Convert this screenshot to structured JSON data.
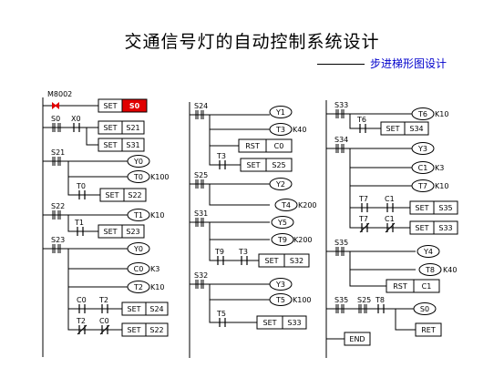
{
  "header": {
    "title": "交通信号灯的自动控制系统设计",
    "subtitle": "步进梯形图设计"
  },
  "colors": {
    "line": "#000000",
    "text": "#000000",
    "subtitle": "#0000cc",
    "highlight": "#e00000",
    "highlight_text": "#ffffff"
  },
  "ladder": {
    "col1": {
      "m8002": "M8002",
      "set": "SET",
      "s0": "S0",
      "c_s0": "S0",
      "c_x0": "X0",
      "set_s21": "SET",
      "s21": "S21",
      "set_s31": "SET",
      "s31": "S31",
      "c_s21": "S21",
      "y0": "Y0",
      "t0": "T0",
      "k100": "K100",
      "c_t0": "T0",
      "set_s22": "SET",
      "s22": "S22",
      "c_s22": "S22",
      "t1": "T1",
      "k10": "K10",
      "c_t1": "T1",
      "set_s23": "SET",
      "s23": "S23",
      "c_s23": "S23",
      "y0b": "Y0",
      "c0": "C0",
      "k3": "K3",
      "t2": "T2",
      "k10b": "K10",
      "c_c0": "C0",
      "c_t2": "T2",
      "set_s24": "SET",
      "s24": "S24",
      "c_t2b": "T2",
      "c_c0b": "C0",
      "set_s22b": "SET",
      "s22b": "S22"
    },
    "col2": {
      "c_s24": "S24",
      "y1": "Y1",
      "t3": "T3",
      "k40": "K40",
      "rst": "RST",
      "c0": "C0",
      "c_t3": "T3",
      "set_s25": "SET",
      "s25": "S25",
      "c_s25": "S25",
      "y2": "Y2",
      "t4": "T4",
      "k200": "K200",
      "c_s31": "S31",
      "y5": "Y5",
      "t9": "T9",
      "k200b": "K200",
      "c_t9": "T9",
      "c_t3b": "T3",
      "set_s32": "SET",
      "s32": "S32",
      "c_s32": "S32",
      "y3": "Y3",
      "t5": "T5",
      "k100": "K100",
      "c_t5": "T5",
      "set_s33": "SET",
      "s33": "S33"
    },
    "col3": {
      "c_s33": "S33",
      "t6": "T6",
      "k10": "K10",
      "c_t6": "T6",
      "set_s34": "SET",
      "s34": "S34",
      "c_s34": "S34",
      "y3": "Y3",
      "c1": "C1",
      "k3": "K3",
      "t7": "T7",
      "k10b": "K10",
      "c_t7": "T7",
      "c_c1": "C1",
      "set_s35": "SET",
      "s35": "S35",
      "c_t7b": "T7",
      "c_c1b": "C1",
      "set_s33b": "SET",
      "s33b": "S33",
      "c_s35": "S35",
      "y4": "Y4",
      "t8": "T8",
      "k40": "K40",
      "rst": "RST",
      "c_s35b": "S35",
      "c_s25": "S25",
      "c_t8": "T8",
      "s0": "S0",
      "ret": "RET",
      "end": "END"
    }
  }
}
